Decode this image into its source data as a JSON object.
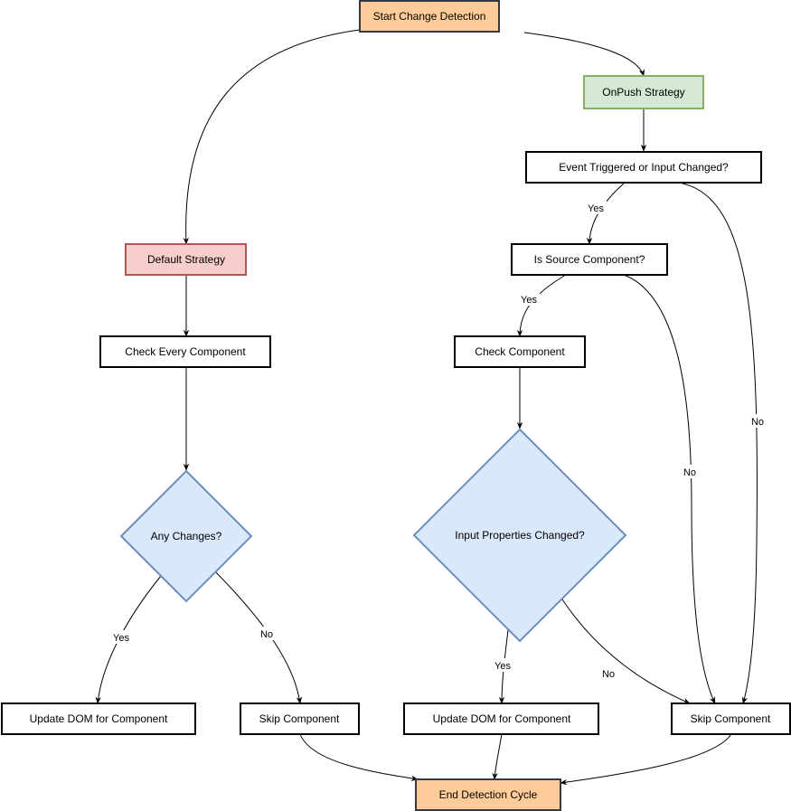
{
  "colors": {
    "start_end_fill": "#ffcc99",
    "start_end_stroke": "#36393d",
    "onpush_fill": "#d5e8d4",
    "onpush_stroke": "#82b366",
    "default_fill": "#f8cecc",
    "default_stroke": "#b85450",
    "decision_fill": "#dae8fc",
    "decision_stroke": "#6c8ebf",
    "process_fill": "#ffffff",
    "process_stroke": "#000000"
  },
  "nodes": {
    "start": "Start Change Detection",
    "onpush": "OnPush Strategy",
    "event_triggered": "Event Triggered or Input Changed?",
    "default": "Default Strategy",
    "is_source": "Is Source Component?",
    "check_every": "Check Every Component",
    "check_component": "Check Component",
    "any_changes": "Any Changes?",
    "input_props": "Input Properties Changed?",
    "update_dom_left": "Update DOM for Component",
    "skip_left": "Skip Component",
    "update_dom_right": "Update DOM for Component",
    "skip_right": "Skip Component",
    "end": "End Detection Cycle"
  },
  "edge_labels": {
    "event_yes": "Yes",
    "source_yes": "Yes",
    "source_no": "No",
    "event_no": "No",
    "any_yes": "Yes",
    "any_no": "No",
    "input_yes": "Yes",
    "input_no": "No"
  }
}
